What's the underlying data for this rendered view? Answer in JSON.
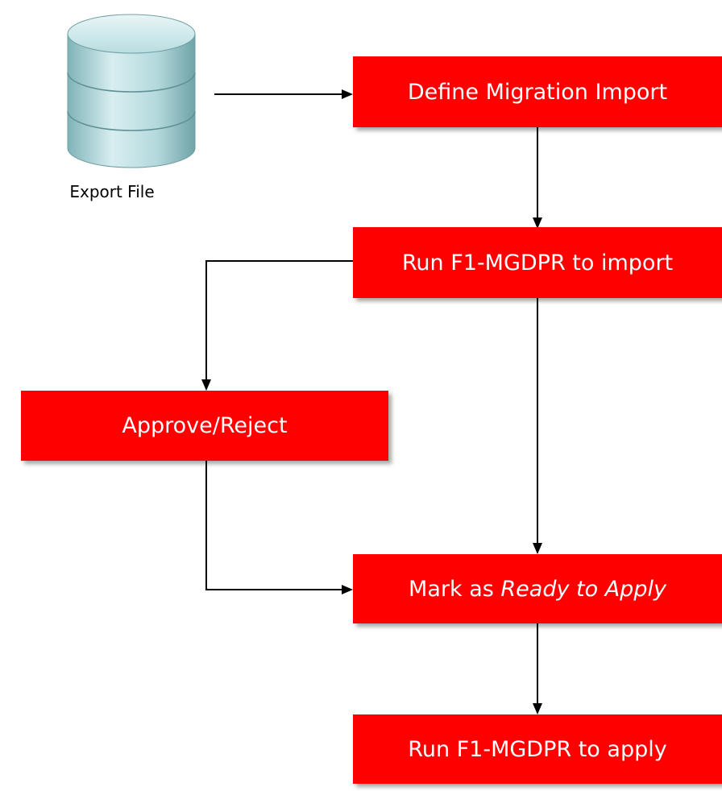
{
  "colors": {
    "box_fill": "#ff0000",
    "box_text": "#ffffff",
    "arrow": "#000000",
    "cylinder_fill": "#b9dde0",
    "cylinder_dark": "#7fb3b8"
  },
  "source": {
    "icon": "database-cylinder-icon",
    "label": "Export File"
  },
  "steps": {
    "define_import": "Define Migration Import",
    "run_import": "Run F1-MGDPR to import",
    "approve_reject": "Approve/Reject",
    "mark_ready_prefix": "Mark as ",
    "mark_ready_italic": "Ready to Apply",
    "run_apply": "Run F1-MGDPR to apply"
  }
}
